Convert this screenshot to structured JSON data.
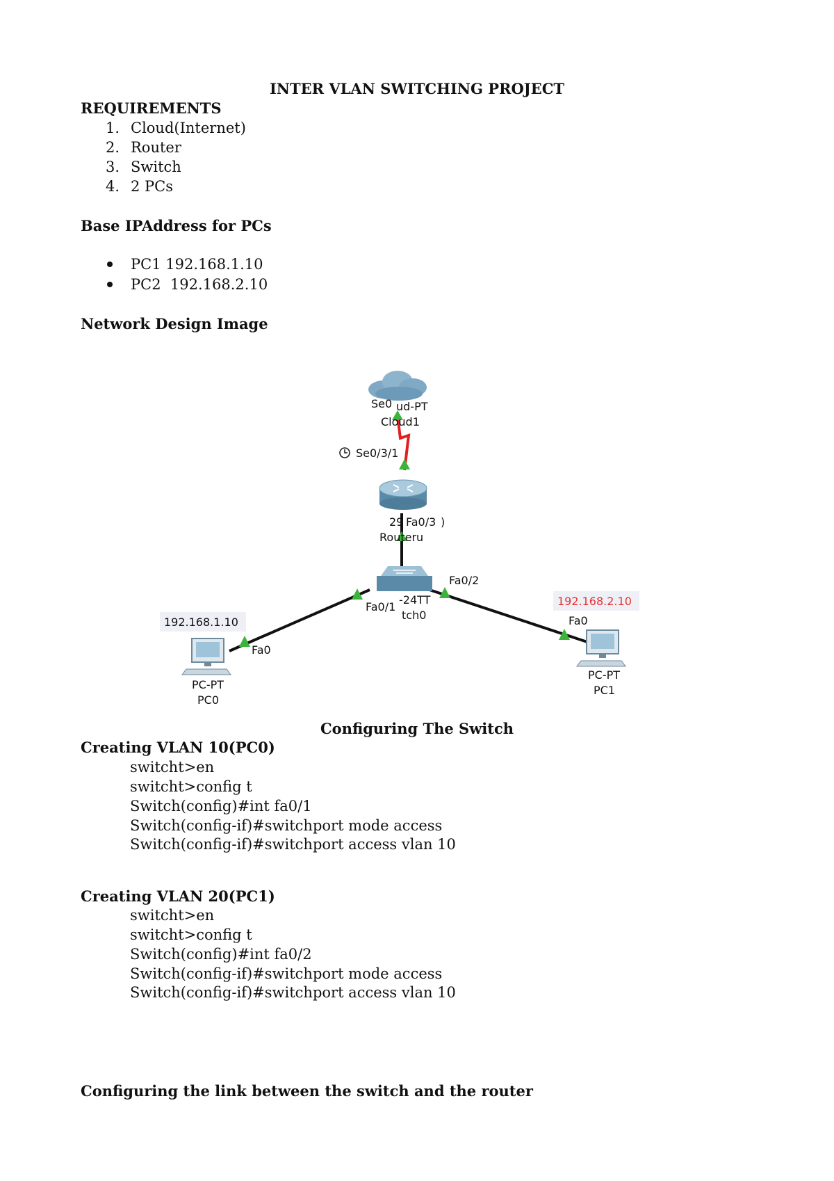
{
  "doc": {
    "title": "INTER VLAN SWITCHING PROJECT",
    "requirements_heading": "REQUIREMENTS",
    "requirements": [
      {
        "num": "1.",
        "text": "Cloud(Internet)"
      },
      {
        "num": "2.",
        "text": "Router"
      },
      {
        "num": "3.",
        "text": "Switch"
      },
      {
        "num": "4.",
        "text": "2 PCs"
      }
    ],
    "base_ip_heading": "Base IPAddress for PCs",
    "pc_ips": [
      "PC1 192.168.1.10",
      "PC2  192.168.2.10"
    ],
    "network_heading": "Network Design Image",
    "config_switch_heading": "Configuring The Switch",
    "vlan10": {
      "heading": "Creating VLAN 10(PC0)",
      "lines": [
        "switcht>en",
        "switcht>config t",
        "Switch(config)#int fa0/1",
        "Switch(config-if)#switchport mode access",
        "Switch(config-if)#switchport access vlan 10"
      ]
    },
    "vlan20": {
      "heading": "Creating VLAN 20(PC1)",
      "lines": [
        "switcht>en",
        "switcht>config t",
        "Switch(config)#int fa0/2",
        "Switch(config-if)#switchport mode access",
        "Switch(config-if)#switchport access vlan 10"
      ]
    },
    "link_heading": "Configuring the link between the switch and the router"
  },
  "diagram": {
    "cloud_port": "Se0",
    "cloud_model": "ud-PT",
    "cloud_name": "Cloud1",
    "router_serial": "Se0/3/1",
    "router_model": "29",
    "router_fa": "Fa0/3",
    "router_suffix": ")",
    "router_name": "Routeru",
    "switch_model": "-24TT",
    "switch_name": "tch0",
    "switch_fa1": "Fa0/1",
    "switch_fa2": "Fa0/2",
    "pc0_ip": "192.168.1.10",
    "pc0_port": "Fa0",
    "pc0_model": "PC-PT",
    "pc0_name": "PC0",
    "pc1_ip": "192.168.2.10",
    "pc1_port": "Fa0",
    "pc1_model": "PC-PT",
    "pc1_name": "PC1",
    "colors": {
      "serial_link": "#e02020",
      "port_ok": "#3cb43c",
      "ip_red": "#e83030"
    }
  }
}
